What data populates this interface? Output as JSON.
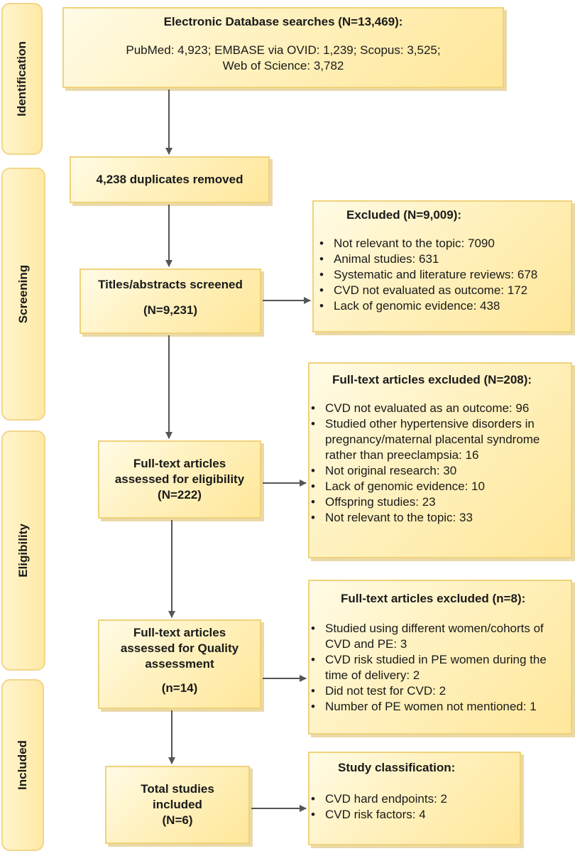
{
  "stages": [
    {
      "label": "Identification"
    },
    {
      "label": "Screening"
    },
    {
      "label": "Eligibility"
    },
    {
      "label": "Included"
    }
  ],
  "boxes": {
    "search": {
      "title": "Electronic Database searches (N=13,469):",
      "line1": "PubMed: 4,923; EMBASE via OVID: 1,239; Scopus: 3,525;",
      "line2": "Web of Science: 3,782"
    },
    "duplicates": {
      "title": "4,238 duplicates removed"
    },
    "screened": {
      "title": "Titles/abstracts screened",
      "count": "(N=9,231)"
    },
    "fulltext": {
      "title": "Full-text articles assessed for eligibility",
      "count": "(N=222)"
    },
    "quality": {
      "title": "Full-text articles assessed for Quality assessment",
      "count": "(n=14)"
    },
    "included": {
      "title": "Total studies included",
      "count": "(N=6)"
    }
  },
  "exclusions": {
    "screening": {
      "title": "Excluded (N=9,009):",
      "items": [
        "Not relevant to the topic: 7090",
        "Animal studies: 631",
        "Systematic and literature reviews: 678",
        "CVD not evaluated as outcome: 172",
        "Lack of genomic evidence: 438"
      ]
    },
    "eligibility": {
      "title": "Full-text articles excluded (N=208):",
      "items": [
        "CVD not evaluated as an outcome: 96",
        "Studied other hypertensive disorders in pregnancy/maternal placental syndrome rather than preeclampsia: 16",
        "Not original research: 30",
        "Lack of genomic evidence: 10",
        "Offspring studies: 23",
        "Not relevant to the topic: 33"
      ]
    },
    "quality": {
      "title": "Full-text articles excluded (n=8):",
      "items": [
        "Studied using different women/cohorts of CVD and PE: 3",
        "CVD risk studied in PE women during the time of delivery: 2",
        "Did not test for CVD: 2",
        "Number of PE women not mentioned: 1"
      ]
    },
    "classification": {
      "title": "Study classification:",
      "items": [
        "CVD hard endpoints: 2",
        "CVD risk factors: 4"
      ]
    }
  },
  "colors": {
    "box_fill": "#fff2c2",
    "box_border": "#f0d27a",
    "arrow": "#555555"
  }
}
